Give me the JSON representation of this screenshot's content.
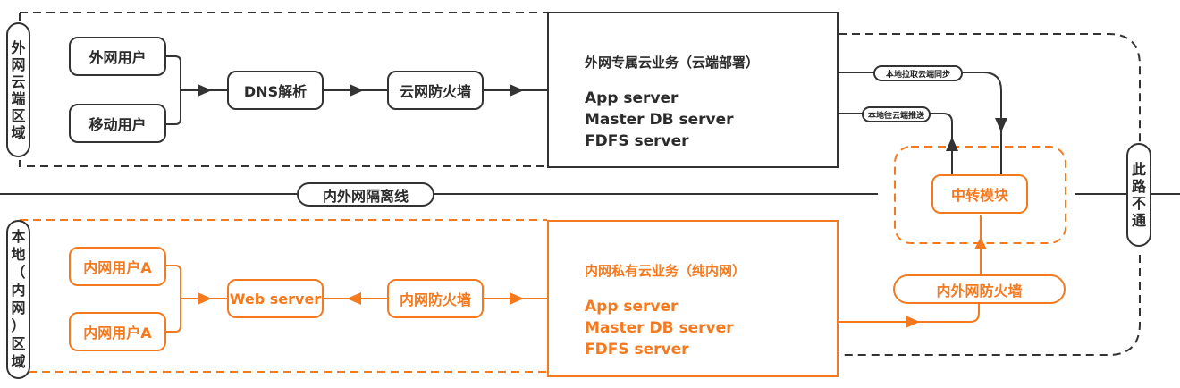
{
  "title": "内外网隔离部署架构图",
  "colors": {
    "dark": "#333333",
    "orange": "#f57a1f"
  },
  "zones": {
    "external": {
      "label_chars": [
        "外",
        "网",
        "云",
        "端",
        "区",
        "域"
      ]
    },
    "internal": {
      "label_chars": [
        "本",
        "地",
        "（",
        "内",
        "网",
        "）",
        "区",
        "域"
      ]
    },
    "blocked": {
      "label_chars": [
        "此",
        "路",
        "不",
        "通"
      ]
    }
  },
  "divider": {
    "label": "内外网隔离线"
  },
  "external": {
    "users": [
      "外网用户",
      "移动用户"
    ],
    "dns": "DNS解析",
    "firewall": "云网防火墙",
    "service": {
      "title": "外网专属云业务（云端部署）",
      "servers": [
        "App server",
        "Master DB server",
        "FDFS server"
      ]
    }
  },
  "internal": {
    "users": [
      "内网用户A",
      "内网用户A"
    ],
    "web": "Web server",
    "firewall": "内网防火墙",
    "service": {
      "title": "内网私有云业务（纯内网）",
      "servers": [
        "App server",
        "Master DB server",
        "FDFS server"
      ]
    }
  },
  "sync": {
    "pull_label": "本地拉取云端同步",
    "push_label": "本地往云端推送"
  },
  "relay": {
    "label": "中转模块"
  },
  "boundary_firewall": {
    "label": "内外网防火墙"
  }
}
